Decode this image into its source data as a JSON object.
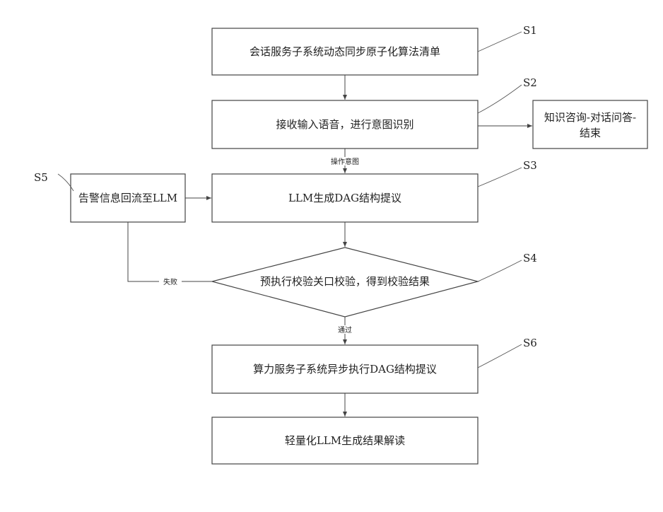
{
  "nodes": {
    "sync": "会话服务子系统动态同步原子化算法清单",
    "intent": "接收输入语音，进行意图识别",
    "knowledge": "知识咨询-对话问答-结束",
    "knowledge_line1": "知识咨询-对话问答-",
    "knowledge_line2": "结束",
    "alert": "告警信息回流至LLM",
    "dag": "LLM生成DAG结构提议",
    "verify": "预执行校验关口校验，得到校验结果",
    "execute": "算力服务子系统异步执行DAG结构提议",
    "interpret": "轻量化LLM生成结果解读"
  },
  "steps": {
    "s1": "S1",
    "s2": "S2",
    "s3": "S3",
    "s4": "S4",
    "s5": "S5",
    "s6": "S6"
  },
  "edges": {
    "task_intent": "操作意图",
    "fail": "失败",
    "pass": "通过"
  }
}
